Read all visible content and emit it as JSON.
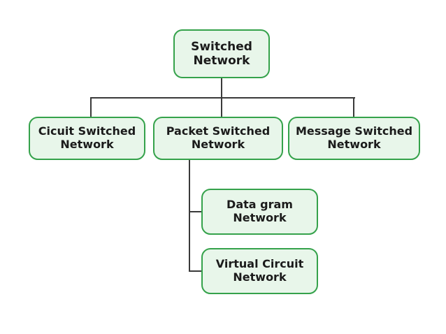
{
  "diagram": {
    "type": "tree",
    "colors": {
      "box_fill": "#e8f6ea",
      "box_border": "#35a24b",
      "line": "#3a3a3a",
      "text": "#1b1b1b",
      "background": "#ffffff"
    },
    "nodes": {
      "root": {
        "label": "Switched\nNetwork"
      },
      "circuit": {
        "label": "Cicuit Switched\nNetwork"
      },
      "packet": {
        "label": "Packet Switched\nNetwork"
      },
      "message": {
        "label": "Message Switched\nNetwork"
      },
      "datagram": {
        "label": "Data gram\nNetwork"
      },
      "virtual_circuit": {
        "label": "Virtual Circuit\nNetwork"
      }
    },
    "edges": [
      {
        "from": "root",
        "to": "circuit"
      },
      {
        "from": "root",
        "to": "packet"
      },
      {
        "from": "root",
        "to": "message"
      },
      {
        "from": "packet",
        "to": "datagram"
      },
      {
        "from": "packet",
        "to": "virtual_circuit"
      }
    ]
  }
}
